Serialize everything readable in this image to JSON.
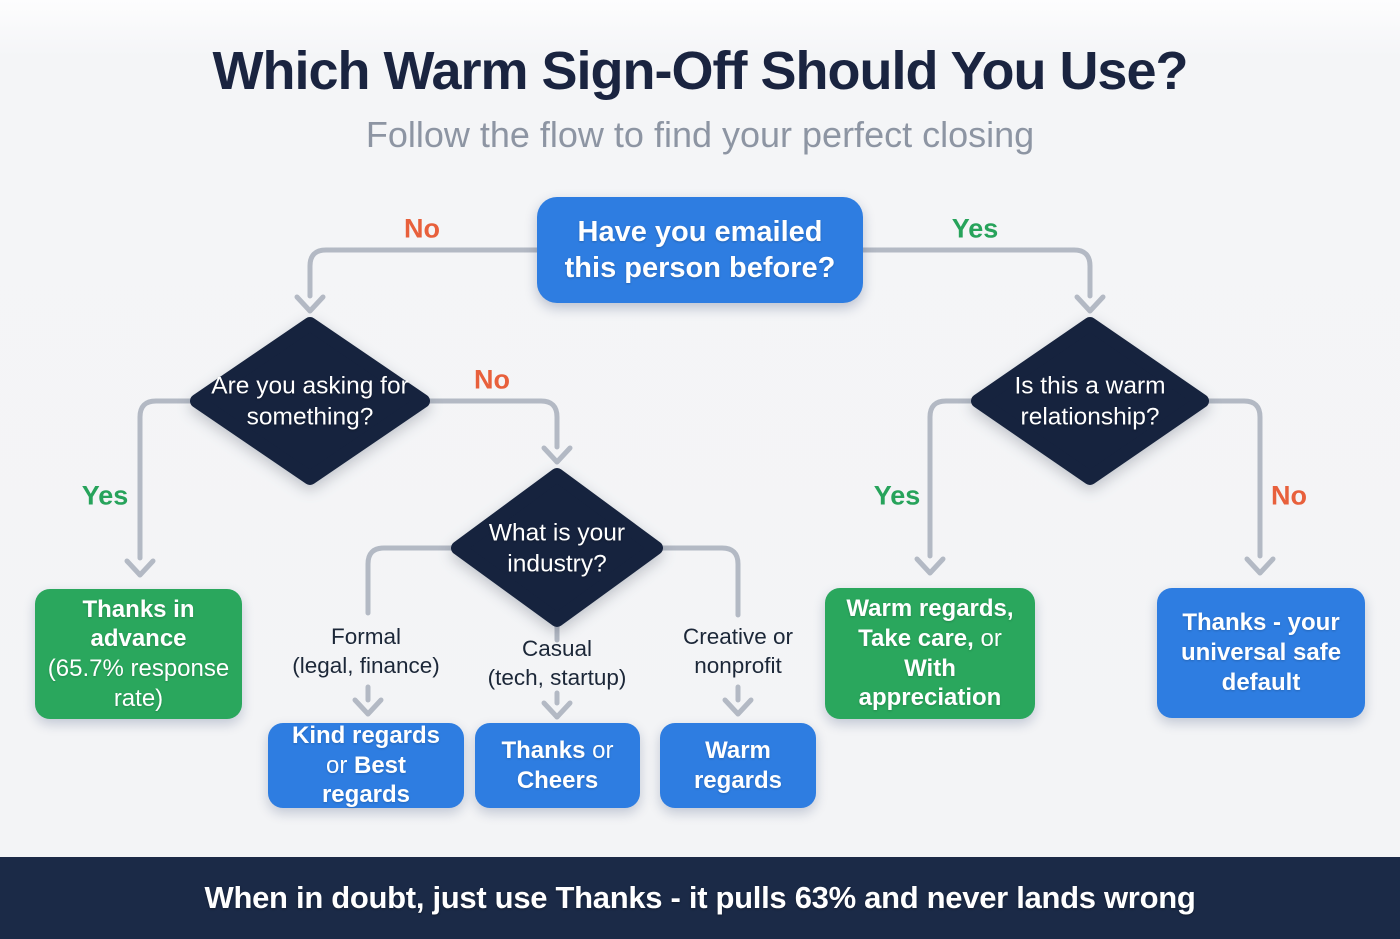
{
  "header": {
    "title": "Which Warm Sign-Off Should You Use?",
    "subtitle": "Follow the flow to find your perfect closing"
  },
  "flow": {
    "root_question": "Have you emailed this person before?",
    "decisions": {
      "asking": "Are you asking for something?",
      "industry": "What is your industry?",
      "warm": "Is this a warm relationship?"
    },
    "edge_labels": {
      "root_no": "No",
      "root_yes": "Yes",
      "asking_yes": "Yes",
      "asking_no": "No",
      "warm_yes": "Yes",
      "warm_no": "No"
    },
    "industry_branches": {
      "formal": "Formal\n(legal, finance)",
      "casual": "Casual\n(tech, startup)",
      "creative": "Creative or\nnonprofit"
    },
    "results": {
      "thanks_in_advance": [
        {
          "t": "Thanks in advance",
          "b": true
        },
        {
          "t": "(65.7% response rate)",
          "b": false,
          "br": true
        }
      ],
      "kind_or_best": [
        {
          "t": "Kind regards",
          "b": true
        },
        {
          "t": " or ",
          "b": false
        },
        {
          "t": "Best regards",
          "b": true
        }
      ],
      "thanks_or_cheers": [
        {
          "t": "Thanks",
          "b": true
        },
        {
          "t": " or ",
          "b": false
        },
        {
          "t": "Cheers",
          "b": true
        }
      ],
      "warm_regards": [
        {
          "t": "Warm regards",
          "b": true
        }
      ],
      "warm_take_care": [
        {
          "t": "Warm regards, Take care,",
          "b": true
        },
        {
          "t": " or ",
          "b": false
        },
        {
          "t": "With appreciation",
          "b": true,
          "br": true
        }
      ],
      "thanks_default": [
        {
          "t": "Thanks - your universal safe default",
          "b": true
        }
      ]
    }
  },
  "footer": {
    "text": "When in doubt, just use Thanks - it pulls 63% and never lands wrong"
  },
  "colors": {
    "accent_blue": "#2e7de1",
    "accent_green": "#2aa75d",
    "diamond_navy": "#16233e",
    "footer_navy": "#1b2a47",
    "connector_gray": "#b3b9c4",
    "no_label_orange": "#e8603c",
    "yes_label_green": "#27a35b"
  }
}
